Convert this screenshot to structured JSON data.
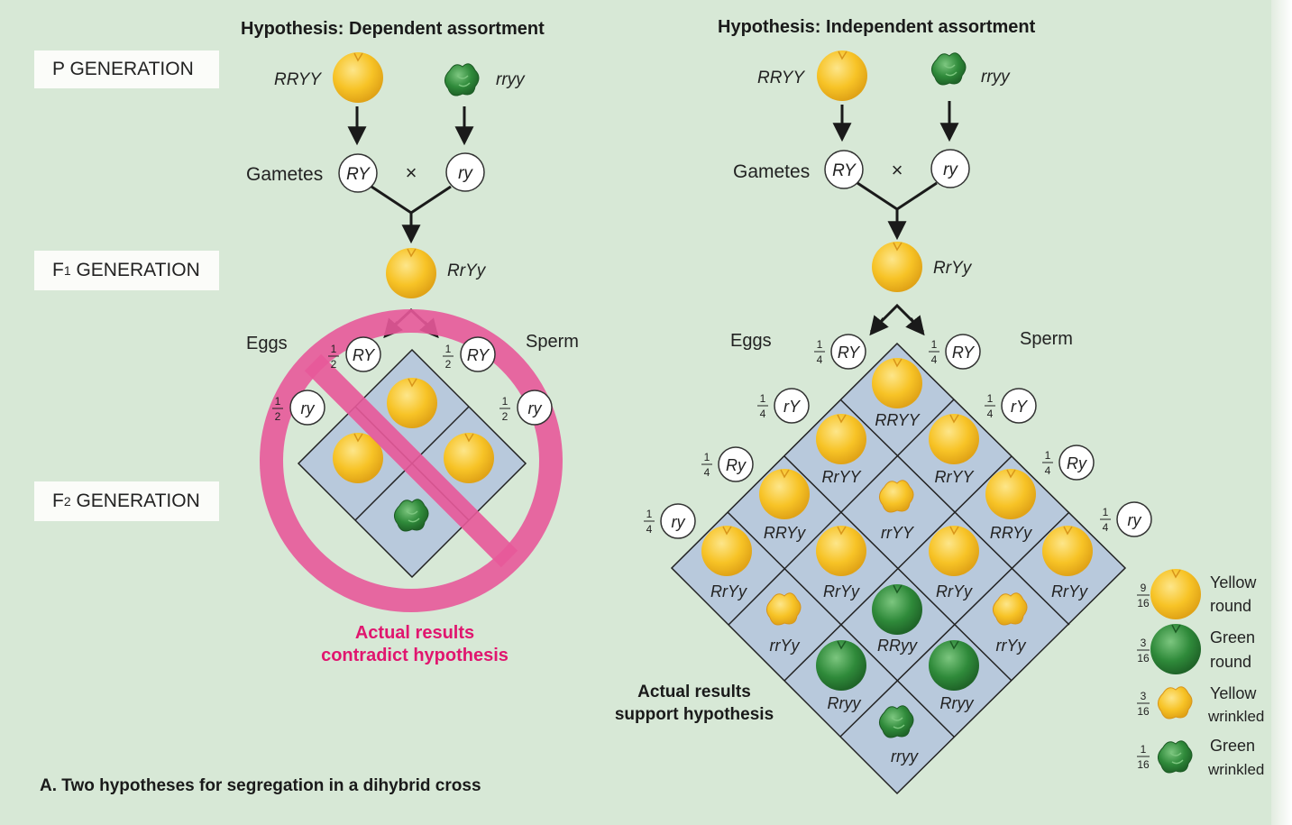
{
  "headings": {
    "dependent": "Hypothesis: Dependent assortment",
    "independent": "Hypothesis: Independent assortment"
  },
  "generations": {
    "p": "P GENERATION",
    "f1_letter": "F",
    "f1_sub": "1",
    "f1_rest": " GENERATION",
    "f2_letter": "F",
    "f2_sub": "2",
    "f2_rest": " GENERATION"
  },
  "labels": {
    "gametes": "Gametes",
    "cross": "×",
    "eggs": "Eggs",
    "sperm": "Sperm"
  },
  "genotypes": {
    "parent_dominant": "RRYY",
    "parent_recessive": "rryy",
    "f1": "RrYy",
    "gamete_RY": "RY",
    "gamete_ry": "ry",
    "gamete_rY": "rY",
    "gamete_Ry": "Ry"
  },
  "fractions": {
    "half_num": "1",
    "half_den": "2",
    "quarter_num": "1",
    "quarter_den": "4"
  },
  "punnett_independent": [
    "RRYY",
    "RrYY",
    "RrYY",
    "RRYy",
    "rrYY",
    "RRYy",
    "RrYy",
    "RrYy",
    "RrYy",
    "RrYy",
    "rrYy",
    "RRyy",
    "rrYy",
    "Rryy",
    "Rryy",
    "rryy"
  ],
  "results": {
    "dependent": [
      "Actual results",
      "contradict hypothesis"
    ],
    "independent": [
      "Actual results",
      "support hypothesis"
    ]
  },
  "legend": [
    {
      "num": "9",
      "den": "16",
      "line1": "Yellow",
      "line2": "round"
    },
    {
      "num": "3",
      "den": "16",
      "line1": "Green",
      "line2": "round"
    },
    {
      "num": "3",
      "den": "16",
      "line1": "Yellow",
      "line2": "wrinkled"
    },
    {
      "num": "1",
      "den": "16",
      "line1": "Green",
      "line2": "wrinkled"
    }
  ],
  "figure_caption": "A. Two hypotheses for segregation in a dihybrid cross",
  "colors": {
    "background": "#d7e8d6",
    "yellow_pea": "#f7c326",
    "green_pea": "#2f8a3a",
    "grid": "#b8c9dc",
    "no_sign": "#e8599a",
    "contradict_text": "#e0166f"
  }
}
